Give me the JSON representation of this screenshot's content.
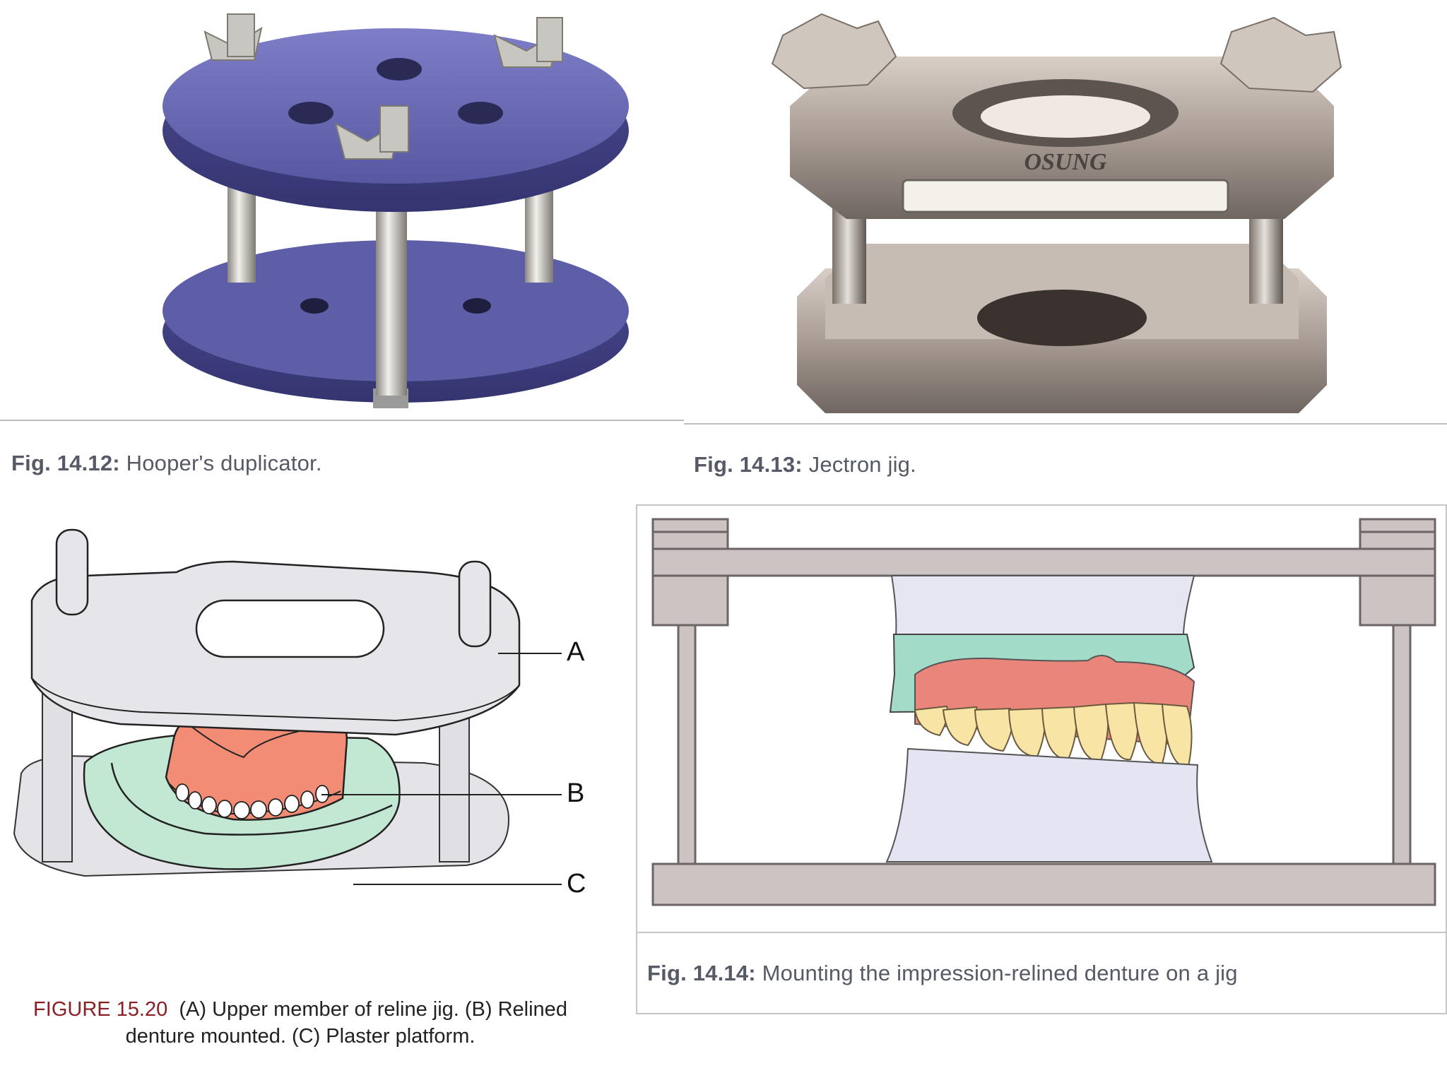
{
  "figures": [
    {
      "id": "fig-14-12",
      "number": "Fig. 14.12:",
      "caption": "Hooper's duplicator.",
      "colors": {
        "plate": "#5a5aa8",
        "metal": "#cfcfcf",
        "background": "#ffffff"
      }
    },
    {
      "id": "fig-14-13",
      "number": "Fig. 14.13:",
      "caption": "Jectron jig.",
      "brand_mark": "OSUNG",
      "colors": {
        "metal": "#b9aca4",
        "background": "#ffffff"
      }
    },
    {
      "id": "figure-15-20",
      "number": "FIGURE 15.20",
      "caption_line1": "(A) Upper member of reline jig. (B) Relined",
      "caption_line2": "denture mounted. (C) Plaster platform.",
      "labels": [
        "A",
        "B",
        "C"
      ],
      "colors": {
        "number": "#8a1f24",
        "jig": "#e6e6e9",
        "denture": "#f0907a",
        "plaster": "#bfe6d2"
      }
    },
    {
      "id": "fig-14-14",
      "number": "Fig. 14.14:",
      "caption": "Mounting the impression-relined denture on a jig",
      "colors": {
        "frame": "#c9c0bf",
        "gum": "#e8857a",
        "teeth": "#f7e3a3",
        "impression": "#9fd8c7",
        "stone": "#e4e4f2"
      }
    }
  ]
}
